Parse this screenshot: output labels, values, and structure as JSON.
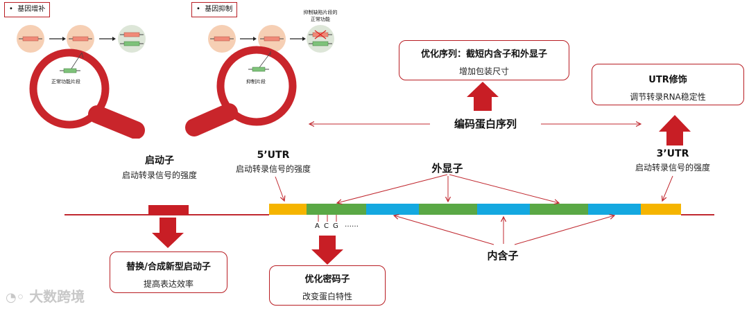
{
  "top_left": {
    "tag": "基因增补",
    "fragment_label": "正常功能片段"
  },
  "top_mid": {
    "tag": "基因抑制",
    "fragment_label": "抑制片段",
    "defect_note_line1": "抑制缺陷片段的",
    "defect_note_line2": "正常功能"
  },
  "callouts": {
    "optimize_seq": {
      "title": "优化序列：截短内含子和外显子",
      "sub": "增加包装尺寸"
    },
    "utr_mod": {
      "title": "UTR修饰",
      "sub": "调节转录RNA稳定性"
    },
    "promoter_replace": {
      "title": "替换/合成新型启动子",
      "sub": "提高表达效率"
    },
    "codon_opt": {
      "title": "优化密码子",
      "sub": "改变蛋白特性"
    }
  },
  "coding_seq_label": "编码蛋白序列",
  "labels": {
    "promoter": {
      "title": "启动子",
      "sub": "启动转录信号的强度"
    },
    "utr5": {
      "title": "5’UTR",
      "sub": "启动转录信号的强度"
    },
    "utr3": {
      "title": "3’UTR",
      "sub": "启动转录信号的强度"
    },
    "exon": "外显子",
    "intron": "内含子"
  },
  "codons": [
    "A",
    "C",
    "G",
    "……"
  ],
  "watermark": "大数跨境",
  "colors": {
    "accent": "#b81c22",
    "utr": "#f5b400",
    "exon": "#5aa845",
    "intron": "#14a8e0",
    "line": "#c0282f"
  }
}
